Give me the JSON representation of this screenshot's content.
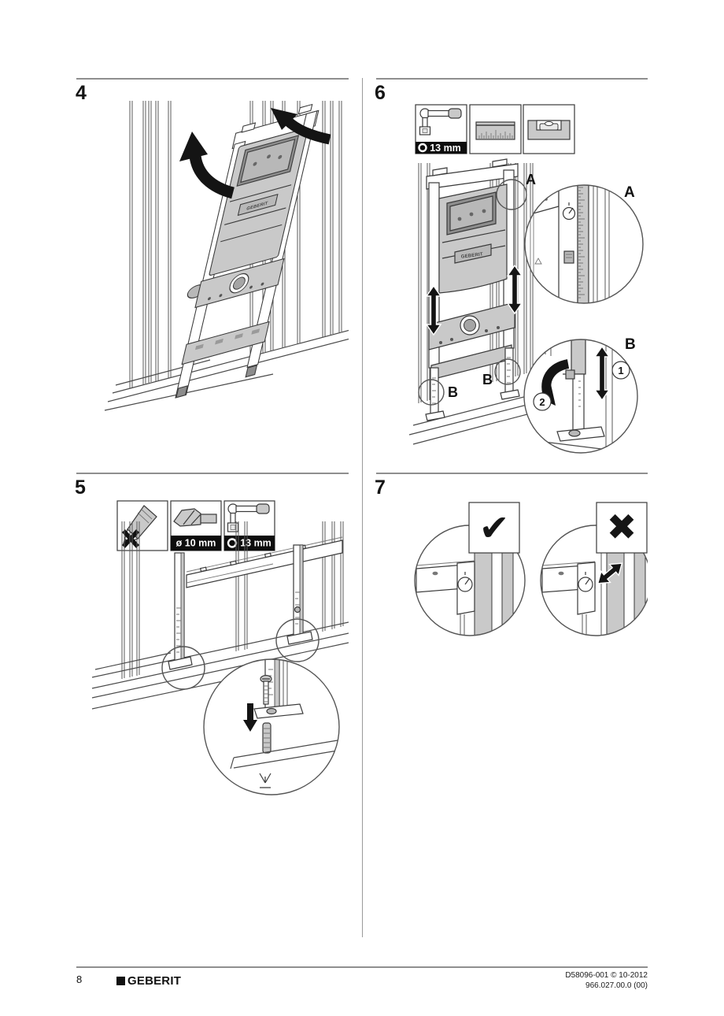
{
  "page": {
    "number": "8",
    "brand_logo": "GEBERIT",
    "doc_codes": [
      "D58096-001 © 10-2012",
      "966.027.00.0 (00)"
    ]
  },
  "steps": [
    {
      "label": "4"
    },
    {
      "label": "5"
    },
    {
      "label": "6"
    },
    {
      "label": "7"
    }
  ],
  "tools": {
    "socket_label": "13 mm",
    "drill_label": "ø 10 mm"
  },
  "callouts": {
    "detail_a": "A",
    "detail_b": "B",
    "step_one": "1",
    "step_two": "2"
  },
  "marks": {
    "correct": "✔",
    "incorrect": "✖"
  },
  "colors": {
    "line": "#3a3a3a",
    "drawing_gray": "#c9c9c9",
    "label_bg": "#0d0d0d",
    "label_fg": "#ffffff"
  }
}
